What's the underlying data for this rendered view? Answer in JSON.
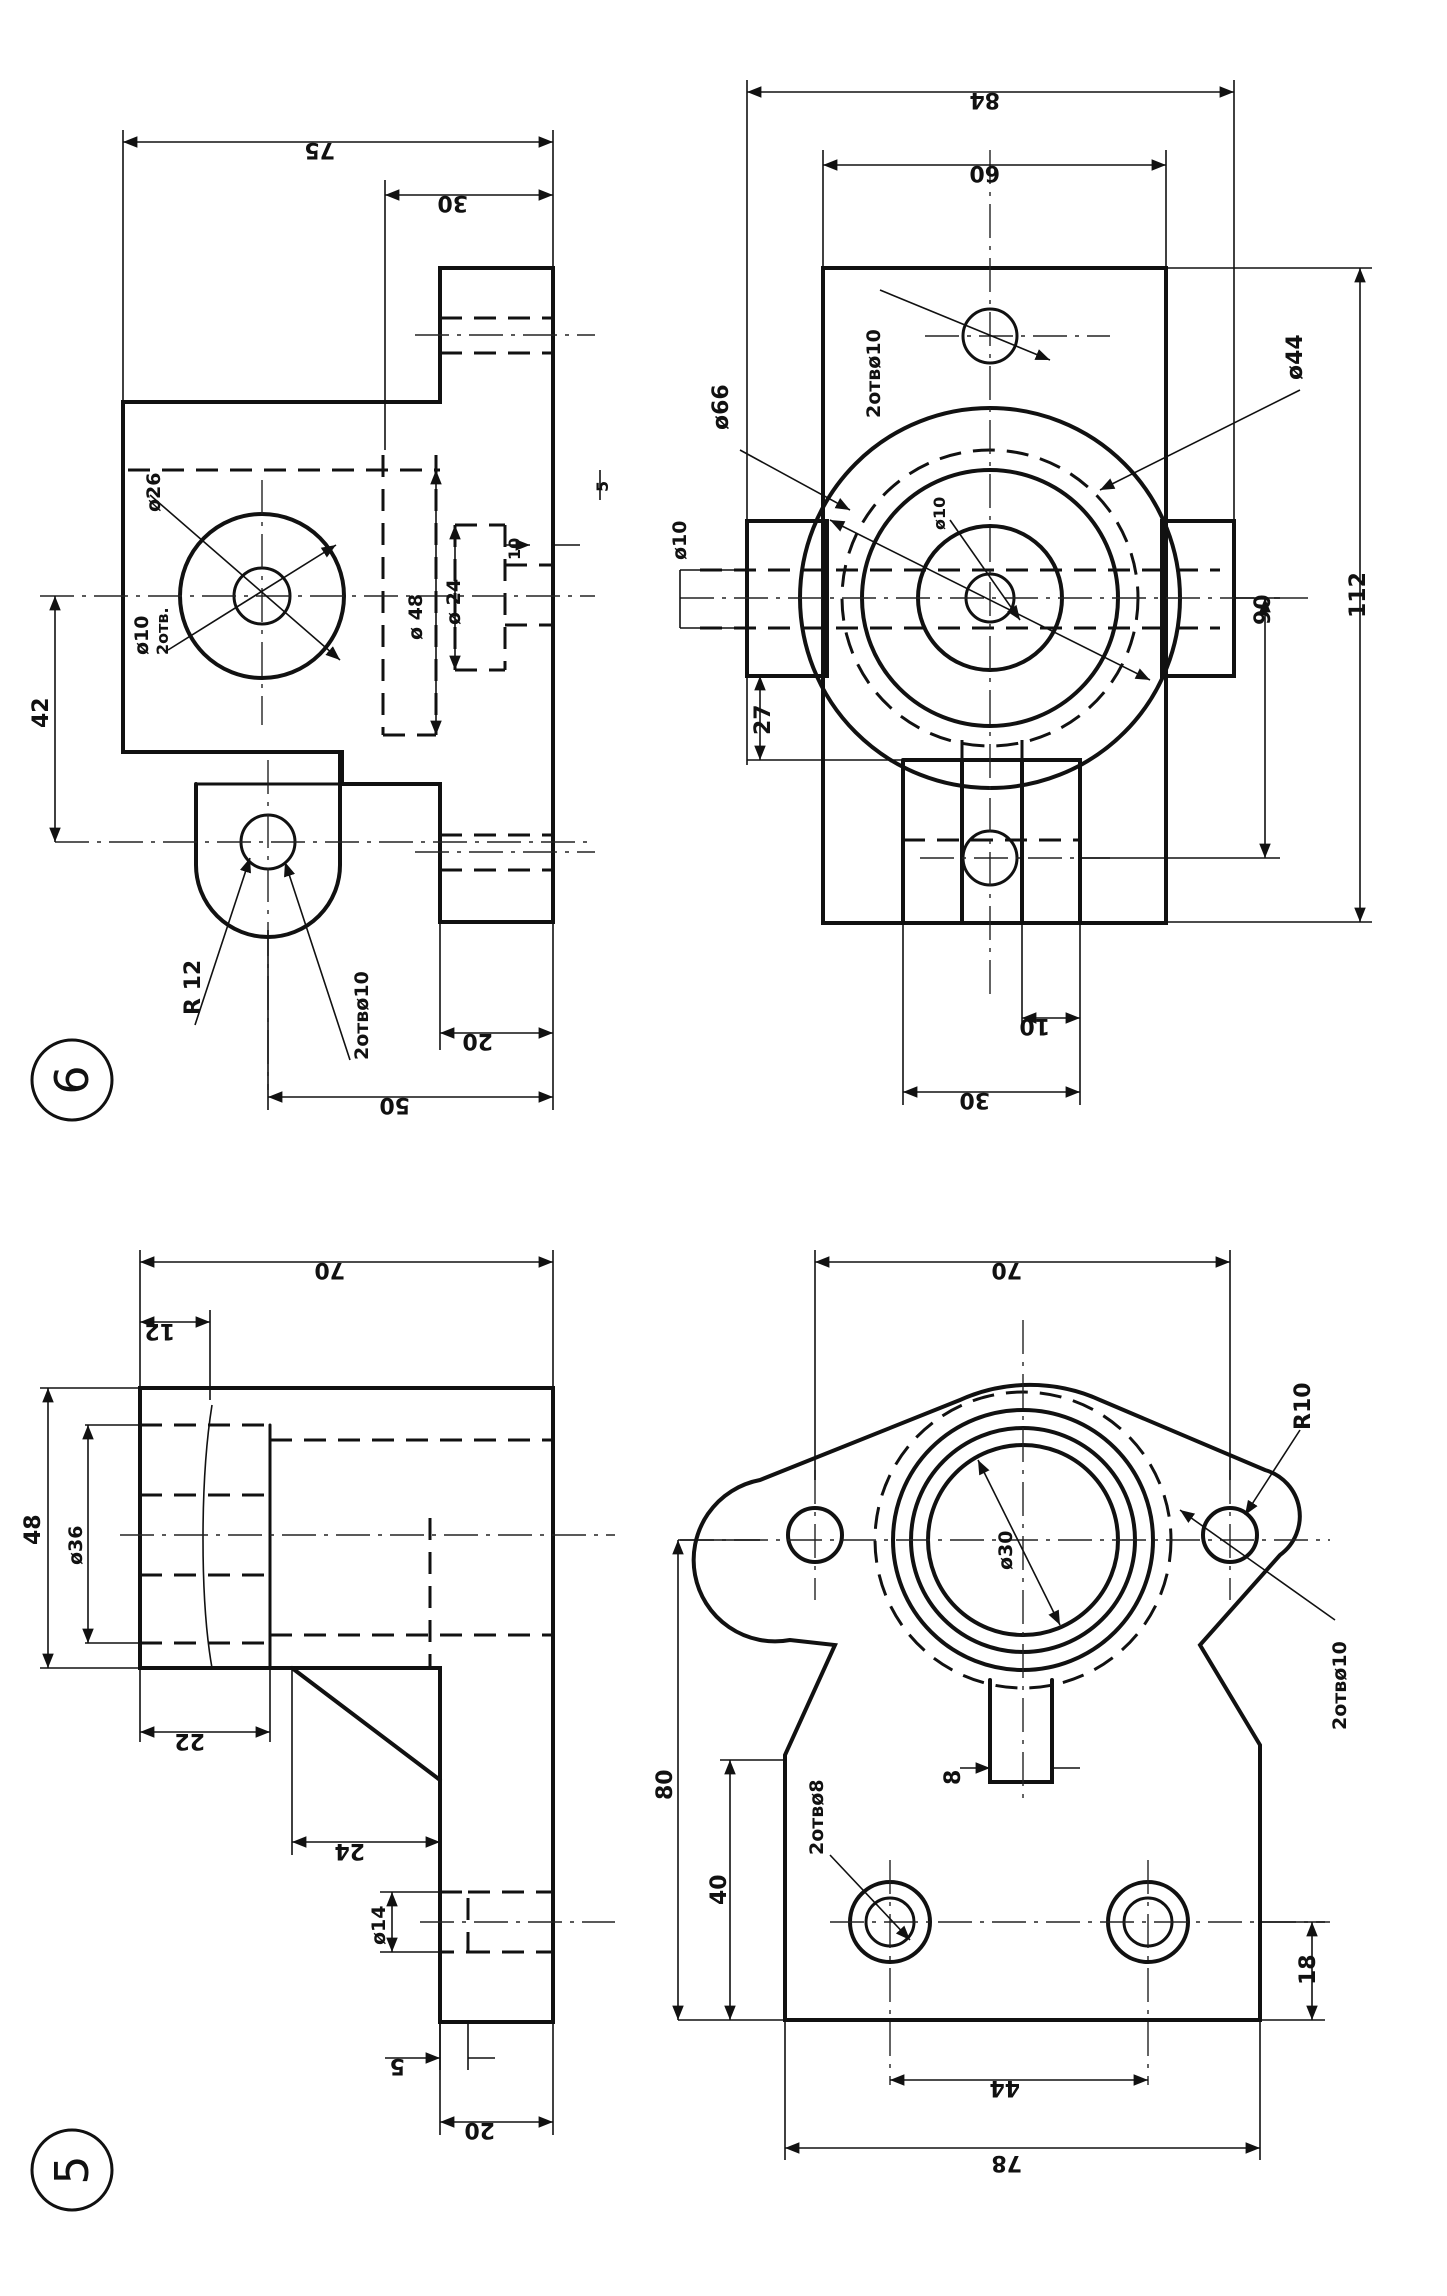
{
  "figures": {
    "fig6": {
      "number": "6"
    },
    "fig5": {
      "number": "5"
    }
  },
  "fig6_side": {
    "dim_75": "75",
    "dim_30_top": "30",
    "dim_42": "42",
    "dia_26": "ø26",
    "dia_10_2holes": "ø10",
    "label_2holes_a": "2отв.",
    "dia_48": "ø 48",
    "dia_24": "ø 24",
    "dim_10": "10",
    "dim_5": "5",
    "r12": "R 12",
    "label_2holes_10": "2отвø10",
    "dim_20": "20",
    "dim_50": "50"
  },
  "fig6_plan": {
    "dim_84": "84",
    "dim_60": "60",
    "label_2holes_10": "2отвø10",
    "dia_44": "ø44",
    "dia_66": "ø66",
    "dia_10_left": "ø10",
    "dia_10_center": "ø10",
    "dim_27": "27",
    "dim_90": "90",
    "dim_112": "112",
    "dim_10_bottom": "10",
    "dim_30_bottom": "30"
  },
  "fig5_side": {
    "dim_70": "70",
    "dim_12": "12",
    "dim_48": "48",
    "dia_36": "ø36",
    "dim_22": "22",
    "dim_24": "24",
    "dia_14": "ø14",
    "dim_5": "5",
    "dim_20": "20"
  },
  "fig5_plan": {
    "dim_70": "70",
    "r10": "R10",
    "dia_30": "ø30",
    "label_2holes_10": "2отвø10",
    "dim_80": "80",
    "dim_40": "40",
    "label_2holes_8": "2отвø8",
    "dim_8": "8",
    "dim_18": "18",
    "dim_44": "44",
    "dim_78": "78"
  }
}
